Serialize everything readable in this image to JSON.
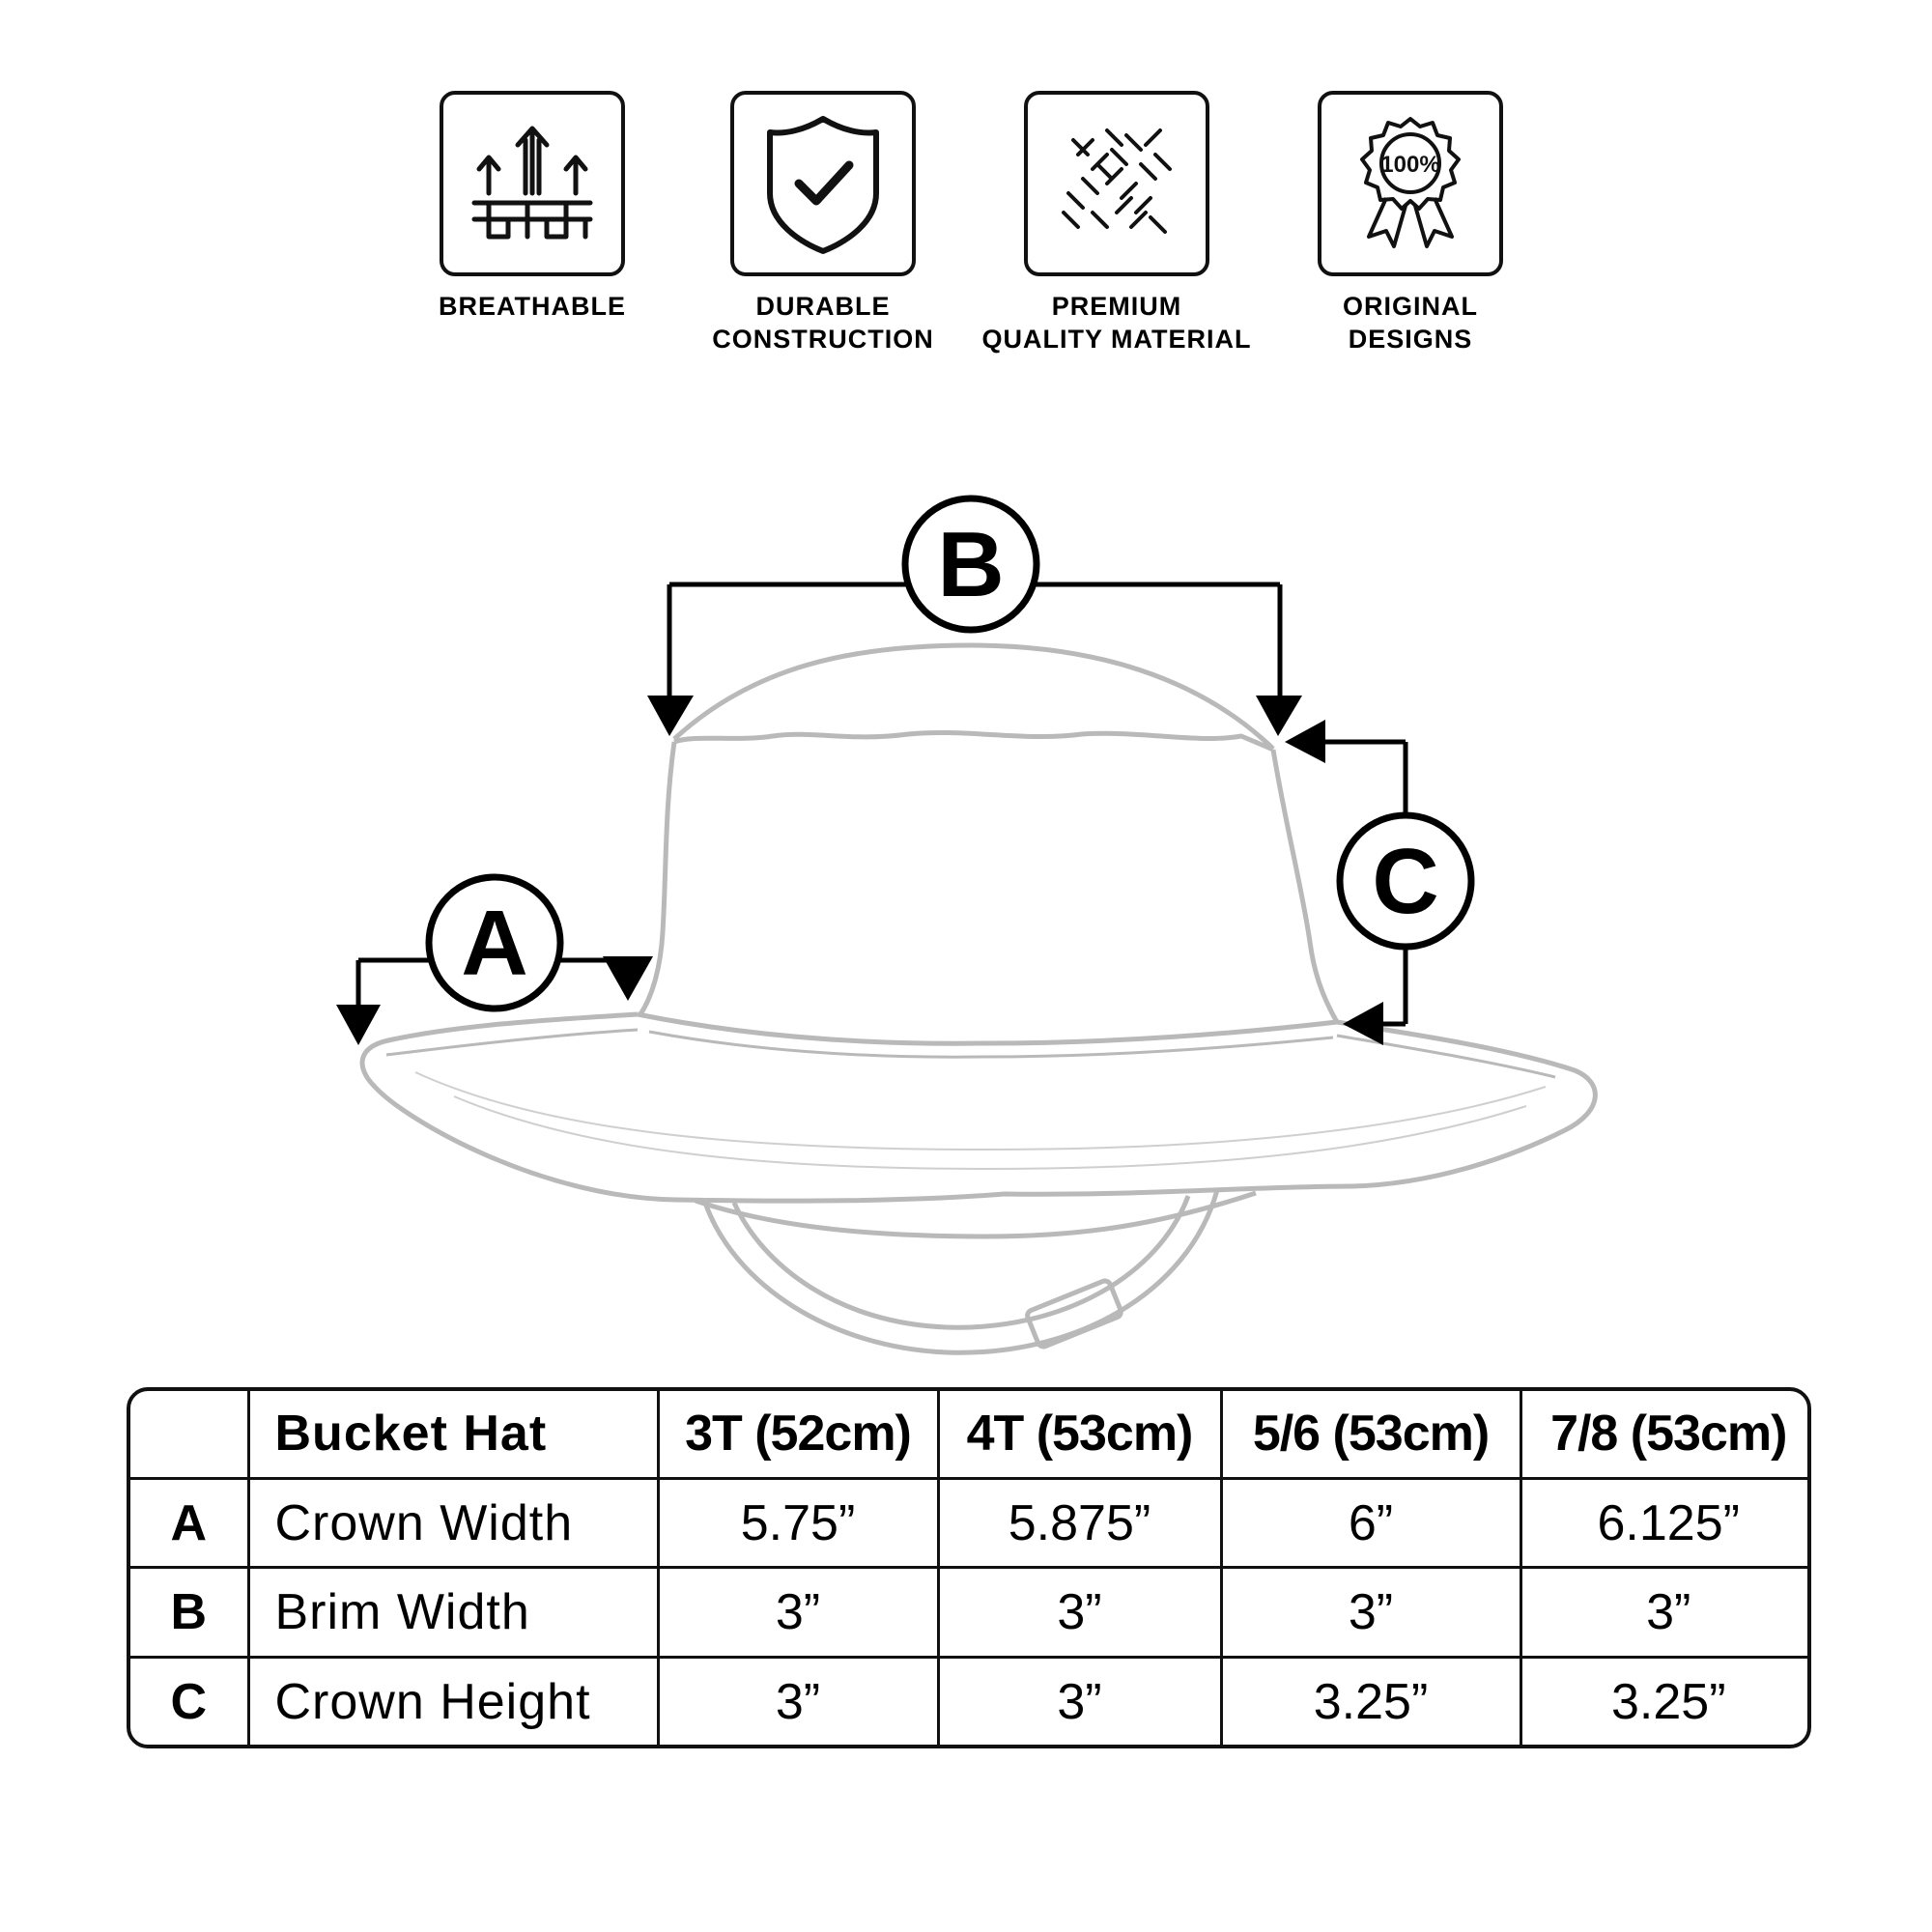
{
  "features": [
    {
      "icon": "breathable-icon",
      "lines": [
        "BREATHABLE"
      ]
    },
    {
      "icon": "shield-check-icon",
      "lines": [
        "DURABLE",
        "CONSTRUCTION"
      ]
    },
    {
      "icon": "woven-fabric-icon",
      "lines": [
        "PREMIUM",
        "QUALITY MATERIAL"
      ]
    },
    {
      "icon": "award-ribbon-icon",
      "lines": [
        "ORIGINAL",
        "DESIGNS"
      ],
      "badge_text": "100%"
    }
  ],
  "diagram": {
    "labels": {
      "a": "A",
      "b": "B",
      "c": "C"
    }
  },
  "size_table": {
    "product": "Bucket Hat",
    "sizes": [
      "3T (52cm)",
      "4T (53cm)",
      "5/6 (53cm)",
      "7/8 (53cm)"
    ],
    "rows": [
      {
        "letter": "A",
        "name": "Crown Width",
        "values": [
          "5.75”",
          "5.875”",
          "6”",
          "6.125”"
        ]
      },
      {
        "letter": "B",
        "name": "Brim Width",
        "values": [
          "3”",
          "3”",
          "3”",
          "3”"
        ]
      },
      {
        "letter": "C",
        "name": "Crown Height",
        "values": [
          "3”",
          "3”",
          "3.25”",
          "3.25”"
        ]
      }
    ]
  }
}
